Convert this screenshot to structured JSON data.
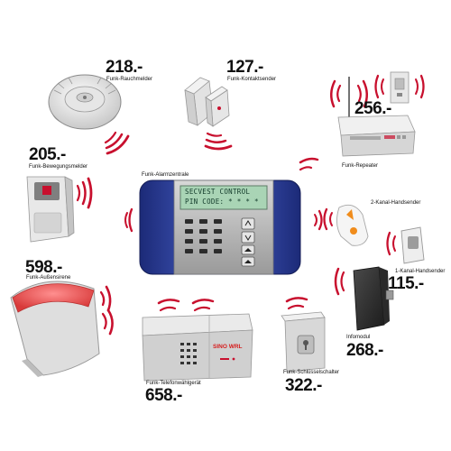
{
  "devices": {
    "rauchmelder": {
      "price": "218.-",
      "label": "Funk-Rauchmelder"
    },
    "kontaktsender": {
      "price": "127.-",
      "label": "Funk-Kontaktsender"
    },
    "repeater": {
      "price": "256.-",
      "label": "Funk-Repeater"
    },
    "bewegungsmelder": {
      "price": "205.-",
      "label": "Funk-Bewegungsmelder"
    },
    "alarmzentrale": {
      "label": "Funk-Alarmzentrale",
      "lcd_line1": "SECVEST CONTROL",
      "lcd_line2": "PIN CODE: * * * *"
    },
    "handsender2": {
      "label": "2-Kanal-Handsender"
    },
    "handsender1": {
      "price": "115.-",
      "label": "1-Kanal-Handsender"
    },
    "aussensirene": {
      "price": "598.-",
      "label": "Funk-Außensirene"
    },
    "infomodul": {
      "price": "268.-",
      "label": "Infomodul"
    },
    "telefonwaehlgeraet": {
      "price": "658.-",
      "label": "Funk-Telefonwählgerät",
      "brand": "SINO WRL"
    },
    "schluesselschalter": {
      "price": "322.-",
      "label": "Funk-Schlüsselschalter"
    }
  },
  "colors": {
    "signal": "#c8102e",
    "panel_blue": "#283a8c",
    "lcd_green": "#a9d4b5",
    "siren_red": "#ec5a5a"
  }
}
